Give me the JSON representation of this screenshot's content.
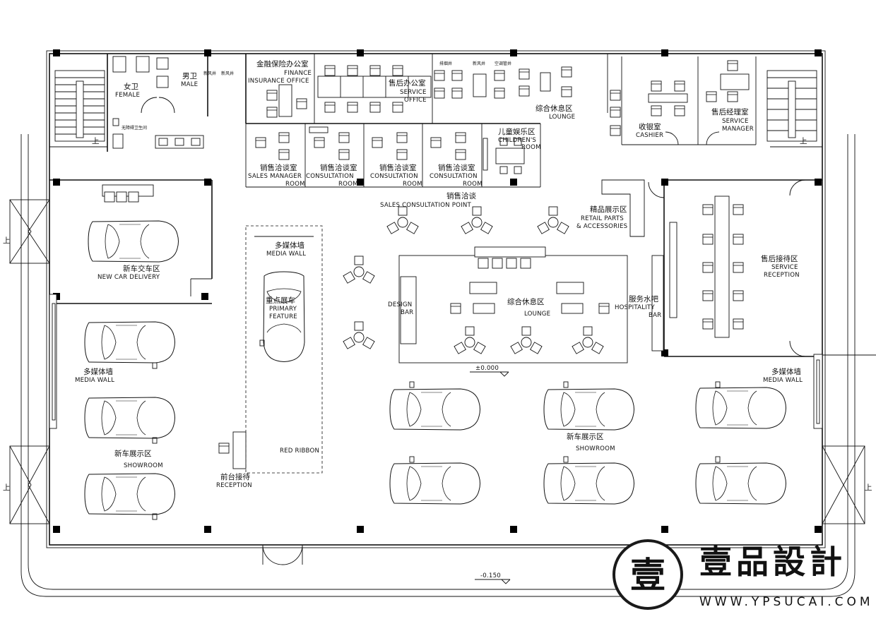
{
  "labels": {
    "finance_zh": "金融保险办公室",
    "finance_en1": "FINANCE",
    "finance_en2": "INSURANCE OFFICE",
    "female_zh": "女卫",
    "female_en": "FEMALE",
    "male_zh": "男卫",
    "male_en": "MALE",
    "shaft1": "新风井",
    "shaft2": "新风井",
    "accessible_wc": "无障碍卫生间",
    "service_office_zh": "售后办公室",
    "service_office_en1": "SERVICE",
    "service_office_en2": "OFFICE",
    "exhaust_shaft": "排烟井",
    "fresh_shaft": "新风井",
    "ac_shaft": "空调管井",
    "lounge_top_zh": "综合休息区",
    "lounge_top_en": "LOUNGE",
    "cashier_zh": "收银室",
    "cashier_en": "CASHIER",
    "service_manager_zh": "售后经理室",
    "service_manager_en1": "SERVICE",
    "service_manager_en2": "MANAGER",
    "sales_room_zh": "销售洽谈室",
    "sales_manager_en1": "SALES MANAGER",
    "room_en": "ROOM",
    "consultation_en": "CONSULTATION",
    "children_zh": "儿童娱乐区",
    "children_en1": "CHILDREN'S",
    "children_en2": "ROOM",
    "sales_point_zh": "销售洽谈",
    "sales_point_en": "SALES CONSULTATION POINT",
    "retail_zh": "精品展示区",
    "retail_en1": "RETAIL PARTS",
    "retail_en2": "& ACCESSORIES",
    "new_car_delivery_zh": "新车交车区",
    "new_car_delivery_en": "NEW CAR DELIVERY",
    "media_wall_zh": "多媒体墙",
    "media_wall_en": "MEDIA WALL",
    "primary_feature_zh": "重点展车",
    "primary_feature_en1": "PRIMARY",
    "primary_feature_en2": "FEATURE",
    "design_bar_en1": "DESIGN",
    "design_bar_en2": "BAR",
    "lounge_center_zh": "综合休息区",
    "lounge_center_en": "LOUNGE",
    "service_reception_zh": "售后接待区",
    "service_reception_en1": "SERVICE",
    "service_reception_en2": "RECEPTION",
    "hospitality_zh": "服务水吧",
    "hospitality_en1": "HOSPITALITY",
    "hospitality_en2": "BAR",
    "showroom_zh": "新车展示区",
    "showroom_en": "SHOWROOM",
    "red_ribbon": "RED RIBBON",
    "reception_zh": "前台接待",
    "reception_en": "RECEPTION",
    "level_zero": "±0.000",
    "level_minus": "-0.150",
    "up": "上"
  },
  "logo": {
    "seal_char": "壹",
    "name_zh": "壹品設計",
    "url": "WWW.YPSUCAI.COM"
  }
}
